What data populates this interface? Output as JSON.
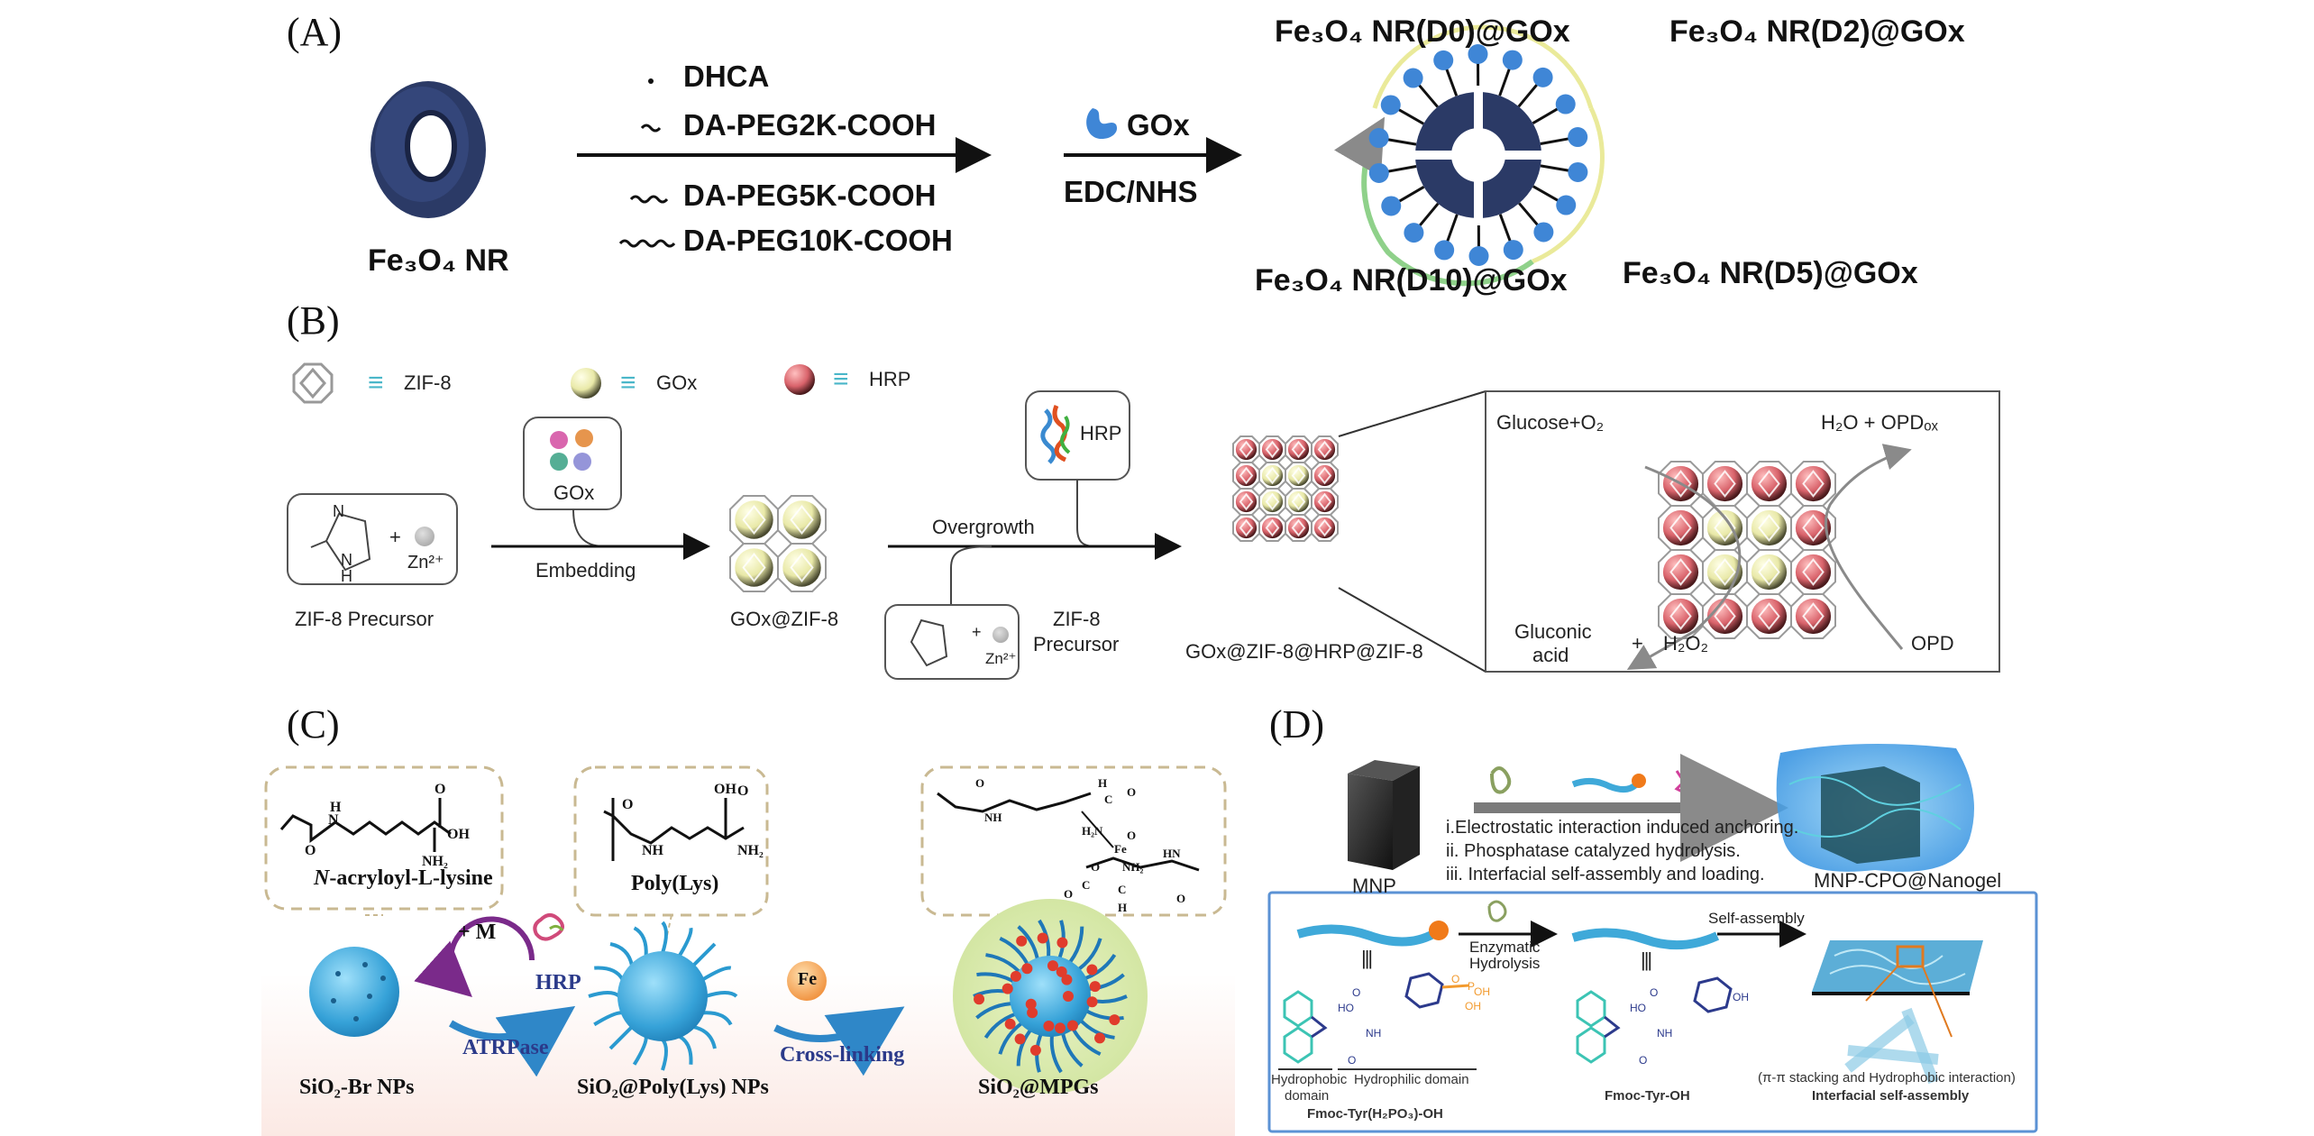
{
  "panel_a": {
    "label": "(A)",
    "nanoring": "Fe₃O₄ NR",
    "ligands": [
      "DHCA",
      "DA-PEG2K-COOH",
      "DA-PEG5K-COOH",
      "DA-PEG10K-COOH"
    ],
    "enzyme": "GOx",
    "coupling": "EDC/NHS",
    "products": [
      "Fe₃O₄ NR(D0)@GOx",
      "Fe₃O₄ NR(D2)@GOx",
      "Fe₃O₄ NR(D10)@GOx",
      "Fe₃O₄ NR(D5)@GOx"
    ],
    "colors": {
      "ring": "#2b3a66",
      "enzyme": "#3f86d6",
      "arc_green": "#8fd18a",
      "arc_yellow": "#eaea9a"
    }
  },
  "panel_b": {
    "label": "(B)",
    "legend": [
      {
        "symbol": "≡",
        "name": "ZIF-8"
      },
      {
        "symbol": "≡",
        "name": "GOx"
      },
      {
        "symbol": "≡",
        "name": "HRP"
      }
    ],
    "precursor_box": {
      "atom_n": "N",
      "atom_nh": "N",
      "atom_h": "H",
      "plus": "+",
      "zinc": "Zn²⁺"
    },
    "precursor_label": "ZIF-8 Precursor",
    "gox_box_label": "GOx",
    "embedding": "Embedding",
    "gox_zif": "GOx@ZIF-8",
    "overgrowth": "Overgrowth",
    "hrp_box_label": "HRP",
    "precursor2_label_1": "ZIF-8",
    "precursor2_label_2": "Precursor",
    "product": "GOx@ZIF-8@HRP@ZIF-8",
    "inset": {
      "glucose": "Glucose+O₂",
      "h2o_opd": "H₂O + OPDₒₓ",
      "gluconic_1": "Gluconic",
      "gluconic_2": "acid",
      "plus": "+",
      "h2o2": "H₂O₂",
      "opd": "OPD"
    },
    "colors": {
      "gox": "#efefb8",
      "hrp": "#d9686f",
      "legend_lines": "#49b6c9"
    }
  },
  "panel_c": {
    "label": "(C)",
    "monomer_prefix": "N",
    "monomer_name": "-acryloyl-L-lysine",
    "monomer_atoms": [
      "H",
      "N",
      "O",
      "O",
      "OH",
      "NH₂"
    ],
    "polymer_name": "Poly(Lys)",
    "polymer_atoms": [
      "O",
      "OH",
      "O",
      "NH",
      "NH₂"
    ],
    "crosslink_atoms": [
      "O",
      "NH",
      "H",
      "C",
      "O",
      "H₂N",
      "O",
      "Fe",
      "O",
      "NH₂",
      "C",
      "O",
      "C",
      "H",
      "HN",
      "O"
    ],
    "plus_m": "+ M",
    "hrp": "HRP",
    "atrpase": "ATRPase",
    "fe": "Fe",
    "crosslinking": "Cross-linking",
    "stages": [
      "SiO₂-Br NPs",
      "SiO₂@Poly(Lys) NPs",
      "SiO₂@MPGs"
    ],
    "colors": {
      "sphere": "#3aa3d8",
      "loop": "#7a2a8a",
      "text_blue": "#2b3a8a",
      "fe": "#f4a350",
      "node": "#e03c2c"
    }
  },
  "panel_d": {
    "label": "(D)",
    "mnp": "MNP",
    "steps": [
      "i.Electrostatic interaction induced anchoring.",
      "ii. Phosphatase catalyzed hydrolysis.",
      "iii. Interfacial self-assembly and loading."
    ],
    "product": "MNP-CPO@Nanogel",
    "enzymatic_1": "Enzymatic",
    "enzymatic_2": "Hydrolysis",
    "self_assembly": "Self-assembly",
    "equiv": "|||",
    "atoms_left": [
      "O",
      "HO",
      "NH",
      "O",
      "O",
      "P",
      "OH",
      "OH"
    ],
    "atoms_mid": [
      "O",
      "HO",
      "NH",
      "O",
      "OH"
    ],
    "hydrophobic_1": "Hydrophobic",
    "hydrophobic_2": "domain",
    "hydrophilic": "Hydrophilic domain",
    "precursor": "Fmoc-Tyr(H₂PO₃)-OH",
    "gelator": "Fmoc-Tyr-OH",
    "interaction": "(π-π stacking and Hydrophobic interaction)",
    "assembly": "Interfacial self-assembly",
    "colors": {
      "box": "#5b92d4",
      "fmoc": "#3cc4b4",
      "peptide": "#2c3a8c",
      "phosphate": "#f29a2e",
      "tube": "#3fa9d9"
    }
  }
}
